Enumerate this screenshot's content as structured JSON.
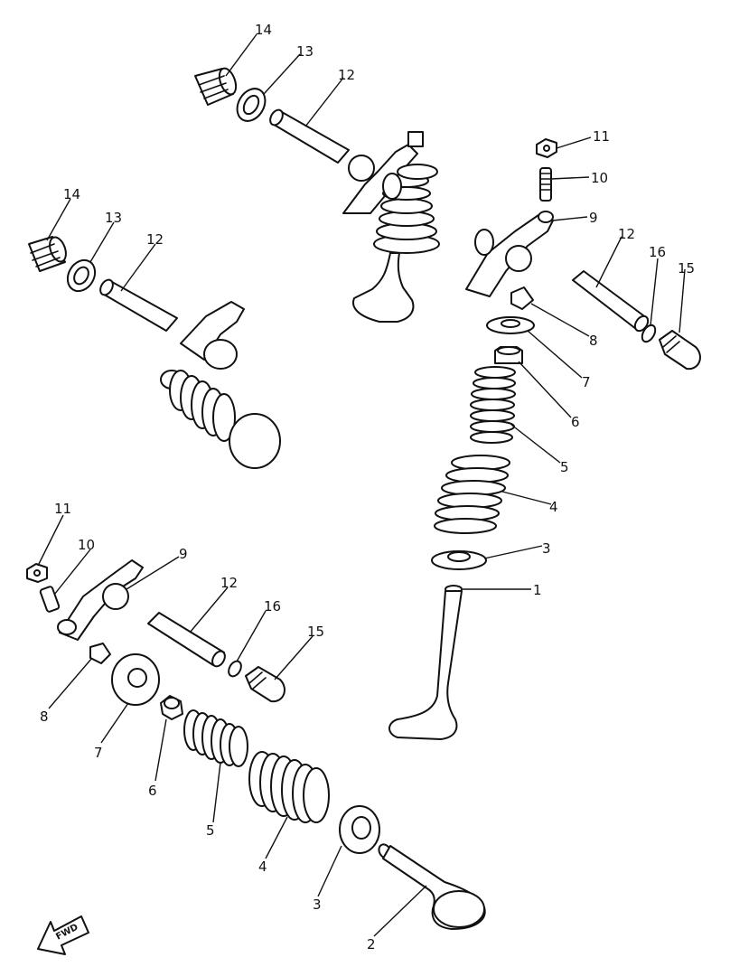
{
  "callouts": {
    "t14": "14",
    "t13": "13",
    "t12": "12",
    "a11": "11",
    "a10": "10",
    "a9": "9",
    "a12": "12",
    "a16": "16",
    "a15": "15",
    "a8": "8",
    "a7": "7",
    "a6": "6",
    "a5": "5",
    "a4": "4",
    "a3": "3",
    "a1": "1",
    "l14": "14",
    "l13": "13",
    "l12": "12",
    "b11": "11",
    "b10": "10",
    "b9": "9",
    "b12": "12",
    "b16": "16",
    "b15": "15",
    "b8": "8",
    "b7": "7",
    "b6": "6",
    "b5": "5",
    "b4": "4",
    "b3": "3",
    "b2": "2"
  },
  "fwd_label": "FWD"
}
